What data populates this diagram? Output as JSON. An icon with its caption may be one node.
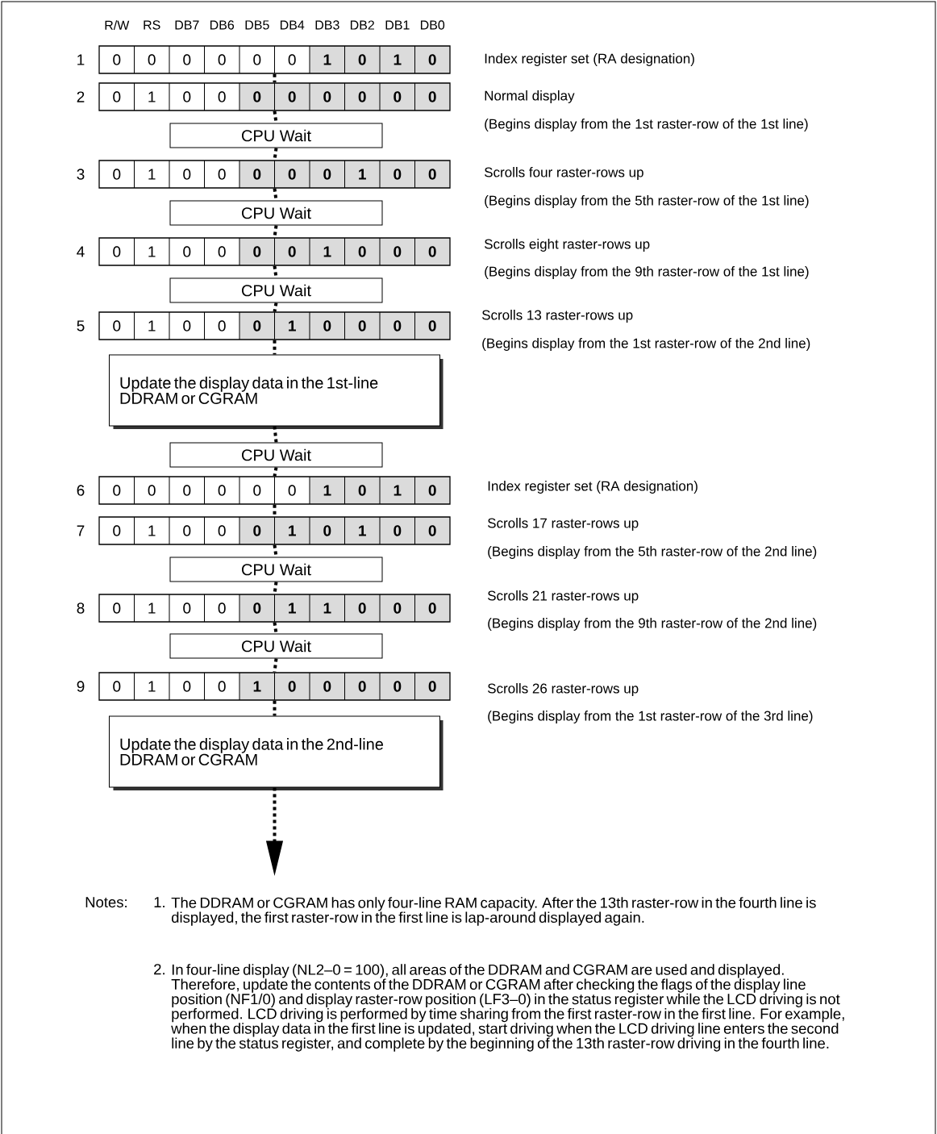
{
  "diagram": {
    "nodes": [
      {
        "text": [
          "0",
          "0",
          "0",
          "0",
          "0",
          "0",
          "1",
          "0",
          "1",
          "0"
        ],
        "beside": [
          "1",
          "Index register set (RA designation)"
        ]
      },
      {
        "text": [
          "0",
          "1",
          "0",
          "0",
          "0",
          "0",
          "0",
          "0",
          "0",
          "0"
        ],
        "beside": [
          "2",
          "Normal display",
          "(Begins display from the 1st raster-row of the 1st line)"
        ]
      },
      {
        "text": [
          "CPU Wait"
        ]
      },
      {
        "text": [
          "0",
          "1",
          "0",
          "0",
          "0",
          "0",
          "0",
          "1",
          "0",
          "0"
        ],
        "beside": [
          "3",
          "Scrolls four raster-rows up",
          "(Begins display from the 5th raster-row of the 1st line)"
        ]
      },
      {
        "text": [
          "CPU Wait"
        ]
      },
      {
        "text": [
          "0",
          "1",
          "0",
          "0",
          "0",
          "0",
          "1",
          "0",
          "0",
          "0"
        ],
        "beside": [
          "4",
          "Scrolls eight raster-rows up",
          "(Begins display from the 9th raster-row of the 1st line)"
        ]
      },
      {
        "text": [
          "CPU Wait"
        ]
      },
      {
        "text": [
          "0",
          "1",
          "0",
          "0",
          "0",
          "1",
          "0",
          "0",
          "0",
          "0"
        ],
        "beside": [
          "5",
          "Scrolls 13 raster-rows up",
          "(Begins display from the 1st raster-row of the 2nd line)"
        ]
      },
      {
        "text": [
          "Update the display data in the 1st-line DDRAM or CGRAM"
        ]
      },
      {
        "text": [
          "CPU Wait"
        ]
      },
      {
        "text": [
          "0",
          "0",
          "0",
          "0",
          "0",
          "0",
          "1",
          "0",
          "1",
          "0"
        ],
        "beside": [
          "6",
          "Index register set (RA designation)"
        ]
      },
      {
        "text": [
          "0",
          "1",
          "0",
          "0",
          "0",
          "1",
          "0",
          "1",
          "0",
          "0"
        ],
        "beside": [
          "7",
          "Scrolls 17 raster-rows up",
          "(Begins display from the 5th raster-row of the 2nd line)"
        ]
      },
      {
        "text": [
          "CPU Wait"
        ]
      },
      {
        "text": [
          "0",
          "1",
          "0",
          "0",
          "0",
          "1",
          "1",
          "0",
          "0",
          "0"
        ],
        "beside": [
          "8",
          "Scrolls 21 raster-rows up",
          "(Begins display from the 9th raster-row of the 2nd line)"
        ]
      },
      {
        "text": [
          "CPU Wait"
        ]
      },
      {
        "text": [
          "0",
          "1",
          "0",
          "0",
          "1",
          "0",
          "0",
          "0",
          "0",
          "0"
        ],
        "beside": [
          "9",
          "Scrolls 26 raster-rows up",
          "(Begins display from the 1st raster-row of the 3rd line)"
        ]
      },
      {
        "text": [
          "Update the display data in the 2nd-line DDRAM or CGRAM"
        ]
      }
    ],
    "edges": [
      {
        "from": 0,
        "to": 1,
        "arrow": "none",
        "style": "dashed"
      },
      {
        "from": 1,
        "to": 2,
        "arrow": "none",
        "style": "dashed"
      },
      {
        "from": 2,
        "to": 3,
        "arrow": "none",
        "style": "dashed"
      },
      {
        "from": 3,
        "to": 4,
        "arrow": "none",
        "style": "dashed"
      },
      {
        "from": 4,
        "to": 5,
        "arrow": "none",
        "style": "dashed"
      },
      {
        "from": 5,
        "to": 6,
        "arrow": "none",
        "style": "dashed"
      },
      {
        "from": 6,
        "to": 7,
        "arrow": "none",
        "style": "dashed"
      },
      {
        "from": 7,
        "to": 8,
        "arrow": "none",
        "style": "dashed"
      },
      {
        "from": 8,
        "to": 9,
        "arrow": "none",
        "style": "dashed"
      },
      {
        "from": 9,
        "to": 10,
        "arrow": "none",
        "style": "dashed"
      },
      {
        "from": 10,
        "to": 11,
        "arrow": "none",
        "style": "dashed"
      },
      {
        "from": 11,
        "to": 12,
        "arrow": "none",
        "style": "dashed"
      },
      {
        "from": 12,
        "to": 13,
        "arrow": "none",
        "style": "dashed"
      },
      {
        "from": 13,
        "to": 14,
        "arrow": "none",
        "style": "dashed"
      },
      {
        "from": 14,
        "to": 15,
        "arrow": "none",
        "style": "dashed"
      },
      {
        "from": 15,
        "to": 16,
        "arrow": "none",
        "style": "dashed"
      },
      {
        "from": 16,
        "to": null,
        "arrow": "to",
        "style": "dashed"
      }
    ],
    "labels": [
      "R/W",
      "RS",
      "DB7",
      "DB6",
      "DB5",
      "DB4",
      "DB3",
      "DB2",
      "DB1",
      "DB0",
      "Notes:",
      "1.",
      "The DDRAM or CGRAM has only four-line RAM capacity.  After the 13th raster-row in the fourth line is displayed, the first raster-row in the first line is lap-around displayed again.",
      "2.",
      "In four-line display (NL2–0 = 100), all areas of the DDRAM and CGRAM are used and displayed.  Therefore, update the contents of the DDRAM or CGRAM after checking the flags of the display line position (NF1/0) and display raster-row position (LF3–0) in the status register while the LCD driving is not performed.  LCD driving is performed by time sharing from the first raster-row in the first line.  For example, when the display data in the first line is updated, start driving when the LCD driving line enters the second line by  the status register, and complete by the beginning of the 13th raster-row driving in the fourth line."
    ]
  }
}
